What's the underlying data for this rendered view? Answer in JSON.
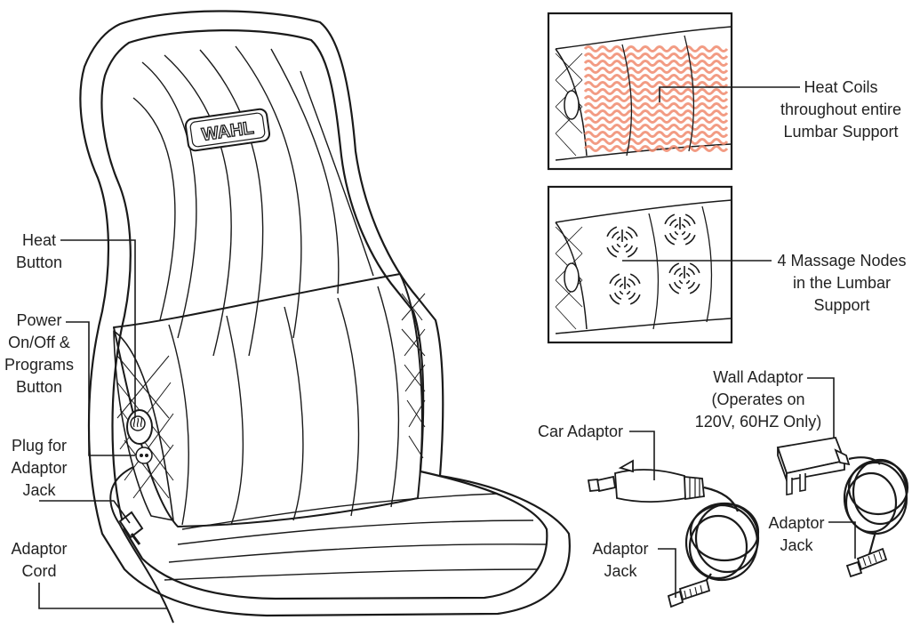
{
  "brand": "WAHL",
  "callouts": {
    "heat_button": [
      "Heat",
      "Button"
    ],
    "power_button": [
      "Power",
      "On/Off &",
      "Programs",
      "Button"
    ],
    "plug_jack": [
      "Plug for",
      "Adaptor",
      "Jack"
    ],
    "adaptor_cord": [
      "Adaptor",
      "Cord"
    ],
    "heat_coils": [
      "Heat Coils",
      "throughout entire",
      "Lumbar Support"
    ],
    "massage_nodes": [
      "4 Massage Nodes",
      "in the Lumbar",
      "Support"
    ],
    "wall_adaptor": [
      "Wall Adaptor",
      "(Operates on",
      "120V, 60HZ Only)"
    ],
    "car_adaptor": [
      "Car Adaptor"
    ],
    "car_adaptor_jack": [
      "Adaptor",
      "Jack"
    ],
    "wall_adaptor_jack": [
      "Adaptor",
      "Jack"
    ]
  },
  "colors": {
    "line": "#1a1a1a",
    "heat": "#f08a6e"
  }
}
